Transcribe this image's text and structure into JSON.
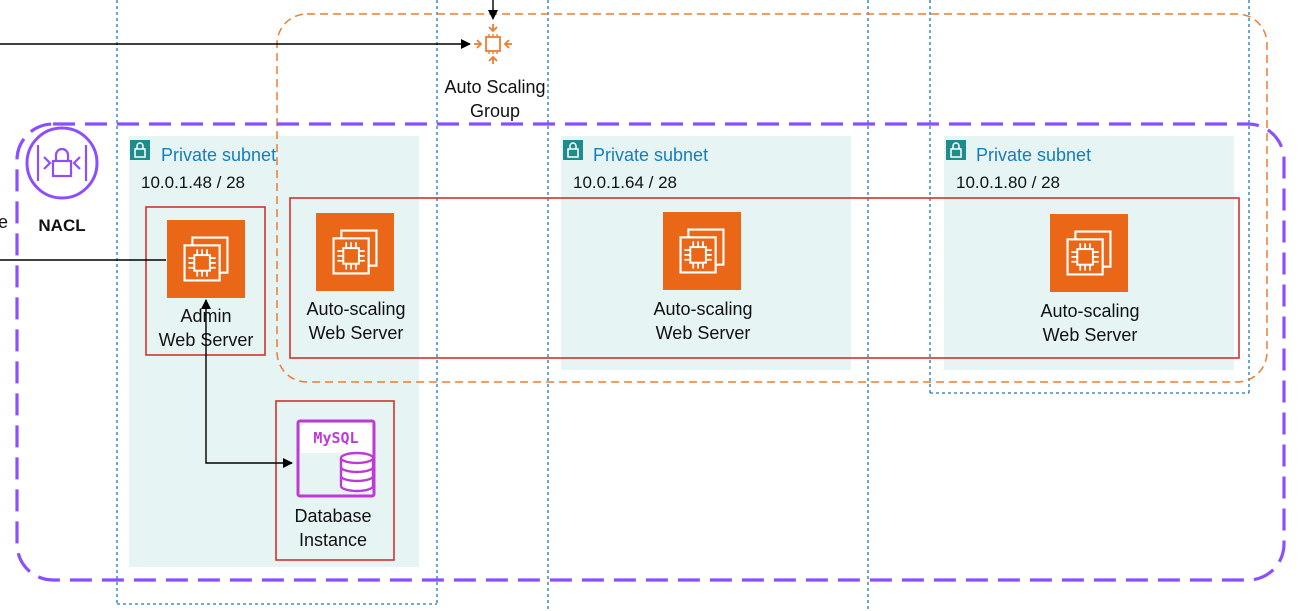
{
  "asg": {
    "label_line1": "Auto Scaling",
    "label_line2": "Group"
  },
  "nacl": {
    "label": "NACL"
  },
  "edge_fragment": "e",
  "subnets": [
    {
      "title": "Private subnet",
      "cidr": "10.0.1.48 / 28"
    },
    {
      "title": "Private subnet",
      "cidr": "10.0.1.64 / 28"
    },
    {
      "title": "Private subnet",
      "cidr": "10.0.1.80 / 28"
    }
  ],
  "servers": {
    "admin": {
      "line1": "Admin",
      "line2": "Web Server"
    },
    "auto1": {
      "line1": "Auto-scaling",
      "line2": "Web Server"
    },
    "auto2": {
      "line1": "Auto-scaling",
      "line2": "Web Server"
    },
    "auto3": {
      "line1": "Auto-scaling",
      "line2": "Web Server"
    }
  },
  "database": {
    "badge": "MySQL",
    "line1": "Database",
    "line2": "Instance"
  },
  "colors": {
    "ec2_orange": "#ea6717",
    "asg_orange": "#ed7d31",
    "nacl_purple": "#8c4fff",
    "subnet_bg": "#e6f5f4",
    "subnet_text": "#147eba",
    "selection_red": "#d13232",
    "mysql_magenta": "#bd3ad6",
    "az_blue": "#1f77b4"
  },
  "icons": [
    "lock-icon",
    "ec2-instance-icon",
    "auto-scaling-icon",
    "nacl-icon",
    "mysql-database-icon"
  ]
}
